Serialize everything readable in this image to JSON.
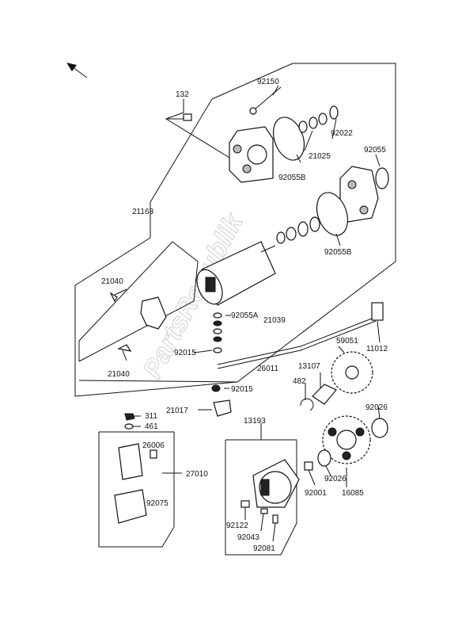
{
  "watermark": "PartsRepublik",
  "labels": {
    "p132": "132",
    "p92150": "92150",
    "p92022": "92022",
    "p21025": "21025",
    "p92055": "92055",
    "p92055b_top": "92055B",
    "p92055b_mid": "92055B",
    "p21163": "21163",
    "p21040_top": "21040",
    "p21040_bot": "21040",
    "p92055a": "92055A",
    "p21039": "21039",
    "p92015_a": "92015",
    "p92015_b": "92015",
    "p59051": "59051",
    "p11012": "11012",
    "p26011": "26011",
    "p13107": "13107",
    "p482": "482",
    "p21017": "21017",
    "p92026_top": "92026",
    "p92026_bot": "92026",
    "p311": "311",
    "p461": "461",
    "p13193": "13193",
    "p26006": "26006",
    "p27010": "27010",
    "p92075": "92075",
    "p92001": "92001",
    "p16085": "16085",
    "p92122": "92122",
    "p92043": "92043",
    "p92081": "92081"
  }
}
